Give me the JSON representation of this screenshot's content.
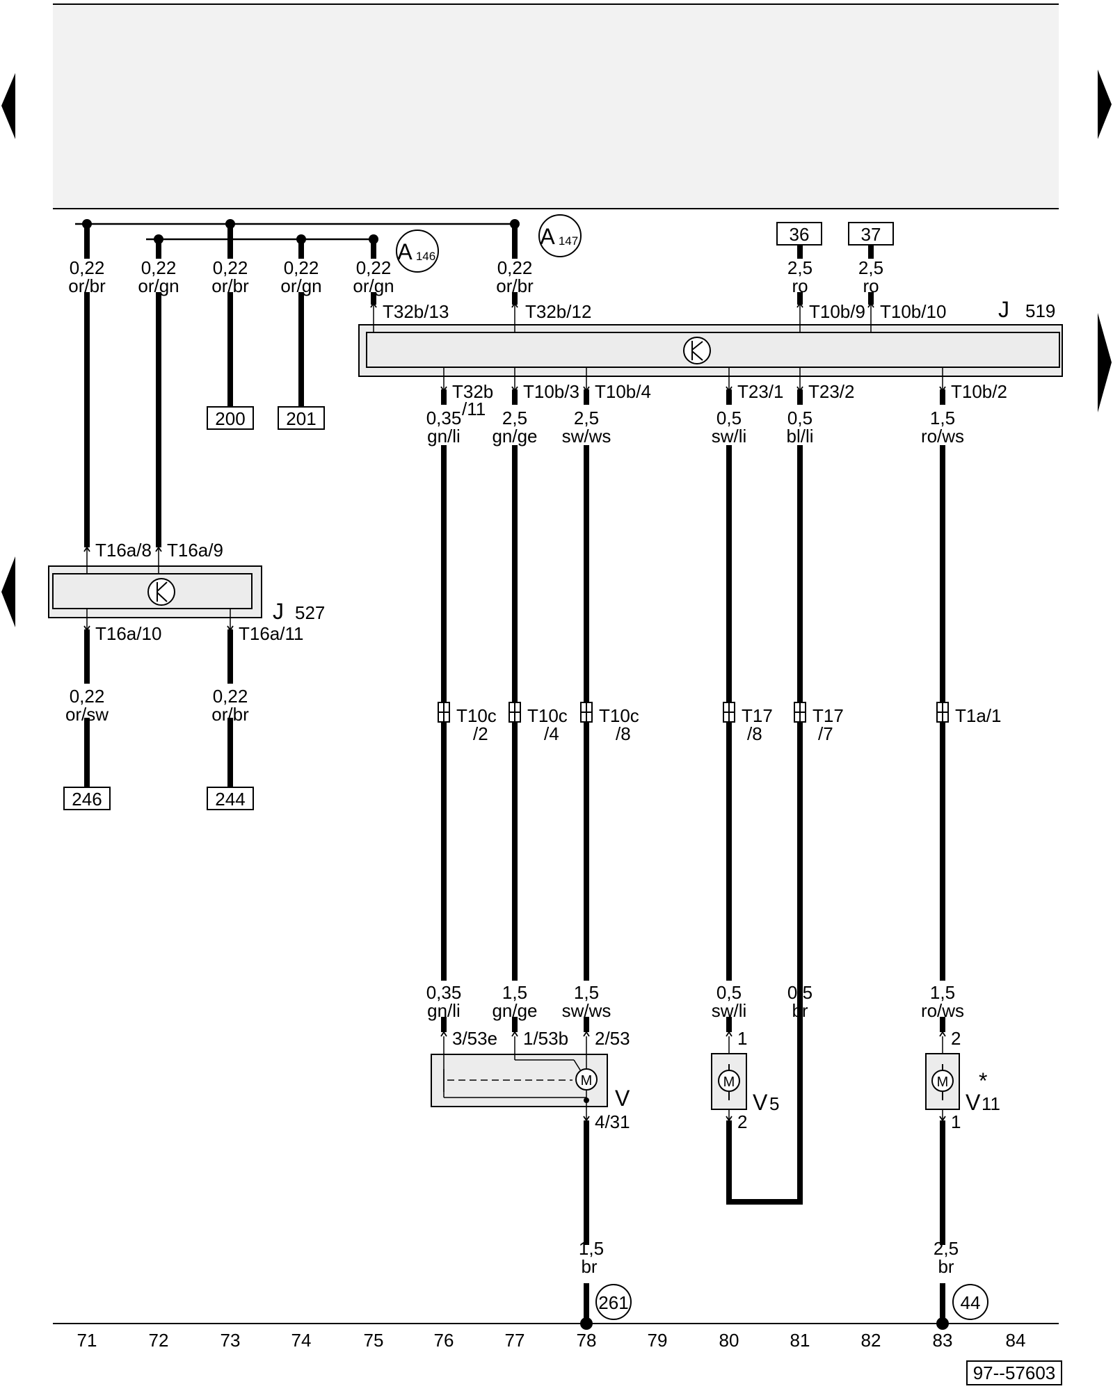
{
  "diagram_id": "97--57603",
  "columns": [
    "71",
    "72",
    "73",
    "74",
    "75",
    "76",
    "77",
    "78",
    "79",
    "80",
    "81",
    "82",
    "83",
    "84"
  ],
  "components": {
    "j519": {
      "code": "J",
      "num": "519"
    },
    "j527": {
      "code": "J",
      "num": "527"
    },
    "v": {
      "code": "V"
    },
    "v5": {
      "code": "V",
      "sub": "5"
    },
    "v11": {
      "code": "V",
      "sub": "11",
      "note": "*"
    }
  },
  "motor_symbol": "M",
  "ground_points": [
    "261",
    "44"
  ],
  "connection_points": [
    {
      "code": "A",
      "sub": "146"
    },
    {
      "code": "A",
      "sub": "147"
    }
  ],
  "ref_boxes": [
    "36",
    "37",
    "200",
    "201",
    "246",
    "244"
  ],
  "top_wires": [
    {
      "size": "0,22",
      "color": "or/br"
    },
    {
      "size": "0,22",
      "color": "or/gn"
    },
    {
      "size": "0,22",
      "color": "or/br"
    },
    {
      "size": "0,22",
      "color": "or/gn"
    },
    {
      "size": "0,22",
      "color": "or/gn"
    },
    {
      "size": "0,22",
      "color": "or/br"
    },
    {
      "size": "2,5",
      "color": "ro"
    },
    {
      "size": "2,5",
      "color": "ro"
    }
  ],
  "j519_in_pins": [
    "T32b/13",
    "T32b/12",
    "T10b/9",
    "T10b/10"
  ],
  "j519_out": [
    {
      "pin": "T32b",
      "pin2": "/11",
      "size": "0,35",
      "color": "gn/li"
    },
    {
      "pin": "T10b/3",
      "size": "2,5",
      "color": "gn/ge"
    },
    {
      "pin": "T10b/4",
      "size": "2,5",
      "color": "sw/ws"
    },
    {
      "pin": "T23/1",
      "size": "0,5",
      "color": "sw/li"
    },
    {
      "pin": "T23/2",
      "size": "0,5",
      "color": "bl/li"
    },
    {
      "pin": "T10b/2",
      "size": "1,5",
      "color": "ro/ws"
    }
  ],
  "j527_pins": [
    "T16a/8",
    "T16a/9",
    "T16a/10",
    "T16a/11"
  ],
  "j527_out_wires": [
    {
      "size": "0,22",
      "color": "or/sw"
    },
    {
      "size": "0,22",
      "color": "or/br"
    }
  ],
  "connectors": [
    {
      "name": "T10c",
      "pin": "/2"
    },
    {
      "name": "T10c",
      "pin": "/4"
    },
    {
      "name": "T10c",
      "pin": "/8"
    },
    {
      "name": "T17",
      "pin": "/8"
    },
    {
      "name": "T17",
      "pin": "/7"
    },
    {
      "name": "T1a/1",
      "pin": ""
    }
  ],
  "lower_wires": [
    {
      "size": "0,35",
      "color": "gn/li"
    },
    {
      "size": "1,5",
      "color": "gn/ge"
    },
    {
      "size": "1,5",
      "color": "sw/ws"
    },
    {
      "size": "0,5",
      "color": "sw/li"
    },
    {
      "size": "0,5",
      "color": "br"
    },
    {
      "size": "1,5",
      "color": "ro/ws"
    }
  ],
  "v_pins": [
    "3/53e",
    "1/53b",
    "2/53",
    "4/31"
  ],
  "v5_pins": [
    "1",
    "2"
  ],
  "v11_pins": [
    "2",
    "1"
  ],
  "ground_wires": [
    {
      "size": "1,5",
      "color": "br"
    },
    {
      "size": "2,5",
      "color": "br"
    }
  ]
}
